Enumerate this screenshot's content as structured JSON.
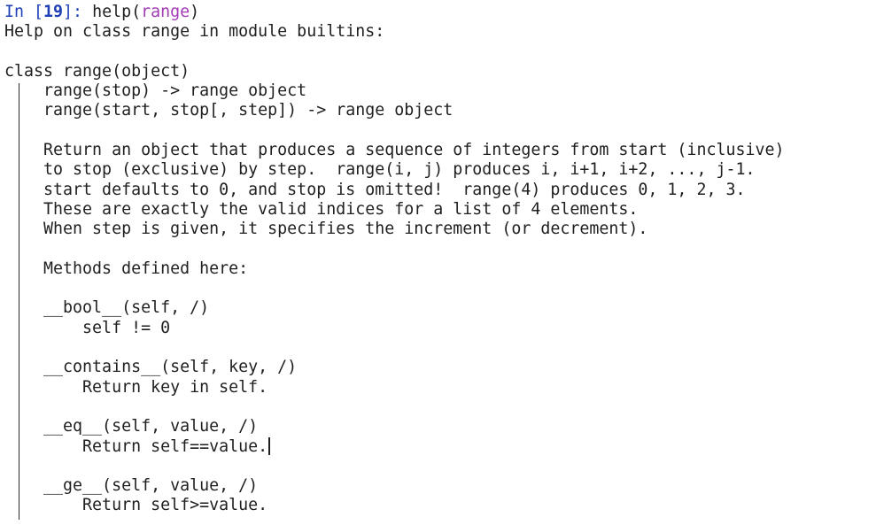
{
  "prompt": {
    "label": "In",
    "open": " [",
    "number": "19",
    "close": "]: ",
    "call": "help(",
    "arg": "range",
    "call_end": ")"
  },
  "header_line": "Help on class range in module builtins:",
  "class_line": "class range(object)",
  "body_lines": [
    "range(stop) -> range object",
    "range(start, stop[, step]) -> range object",
    "",
    "Return an object that produces a sequence of integers from start (inclusive)",
    "to stop (exclusive) by step.  range(i, j) produces i, i+1, i+2, ..., j-1.",
    "start defaults to 0, and stop is omitted!  range(4) produces 0, 1, 2, 3.",
    "These are exactly the valid indices for a list of 4 elements.",
    "When step is given, it specifies the increment (or decrement).",
    "",
    "Methods defined here:",
    "",
    "__bool__(self, /)",
    "    self != 0",
    "",
    "__contains__(self, key, /)",
    "    Return key in self.",
    "",
    "__eq__(self, value, /)",
    "    Return self==value.",
    "",
    "__ge__(self, value, /)",
    "    Return self>=value."
  ]
}
